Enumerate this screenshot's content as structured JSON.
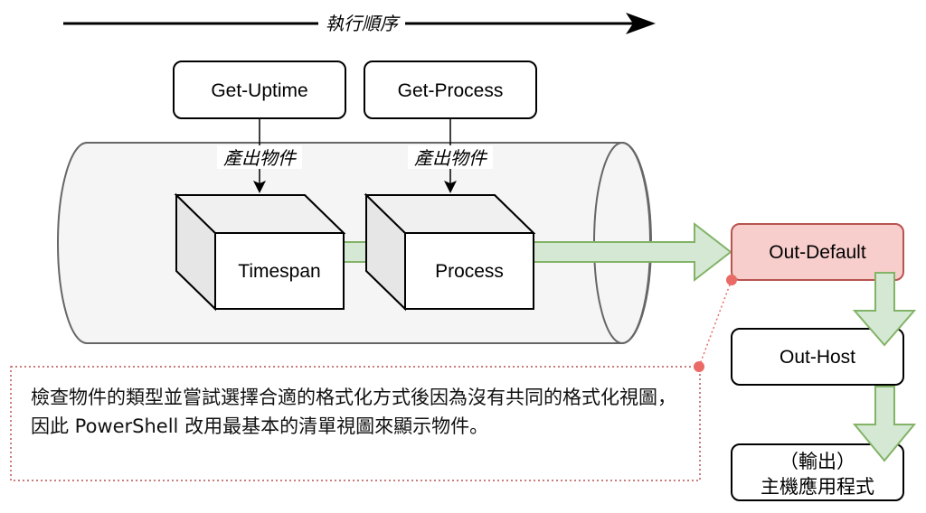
{
  "timeline": {
    "label": "執行順序"
  },
  "sources": [
    {
      "label": "Get-Uptime",
      "edge_label": "產出物件"
    },
    {
      "label": "Get-Process",
      "edge_label": "產出物件"
    }
  ],
  "objects": [
    {
      "label": "Timespan"
    },
    {
      "label": "Process"
    }
  ],
  "outputs": {
    "out_default": {
      "label": "Out-Default"
    },
    "out_host": {
      "label": "Out-Host"
    },
    "host_app": {
      "line1": "（輸出）",
      "line2": "主機應用程式"
    }
  },
  "note": {
    "text": "檢查物件的類型並嘗試選擇合適的格式化方式後因為沒有共同的格式化視圖，因此 PowerShell 改用最基本的清單視圖來顯示物件。"
  },
  "colors": {
    "pipe_fill": "#f5f5f5",
    "pipe_stroke": "#666666",
    "flow_fill": "#d5e8d4",
    "flow_stroke": "#82b366",
    "out_default_fill": "#f8cecc",
    "out_default_stroke": "#b85450",
    "note_stroke": "#ea6b66"
  }
}
